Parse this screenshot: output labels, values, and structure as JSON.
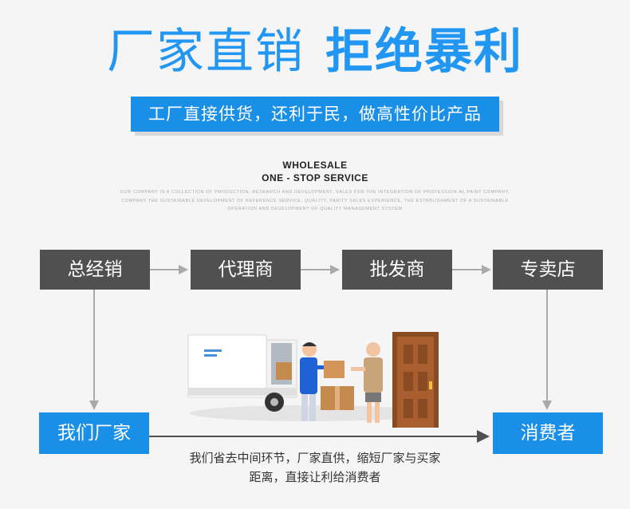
{
  "header": {
    "headline_part1": "厂家直销",
    "headline_part2": "拒绝暴利",
    "subtitle": "工厂直接供货，还利于民，做高性价比产品"
  },
  "service": {
    "line1": "WHOLESALE",
    "line2": "ONE - STOP SERVICE",
    "description": "OUR COMPANY IS A COLLECTION OF PRODUCTION, RESEARCH AND DEVELOPMENT, SALES FOR THE INTEGRATION OF PROFESSION-AL PAINT COMPANY, COMPANY THE SUSTAINABLE DEVELOPMENT OF REFERENCE SERVICE, QUALITY, PARITY SALES EXPERIENCE, THE ESTABLISHMENT OF A SUSTAINABLE OPERATION AND DEVELOPMENT OF QUALITY MANAGEMENT SYSTEM"
  },
  "flow": {
    "chain": [
      "总经销",
      "代理商",
      "批发商",
      "专卖店"
    ],
    "factory": "我们厂家",
    "consumer": "消费者",
    "caption_line1": "我们省去中间环节，厂家直供，缩短厂家与买家",
    "caption_line2": "距离，直接让利给消费者"
  },
  "colors": {
    "headline": "#2196f3",
    "banner": "#1a8fe8",
    "chain_box": "#505050",
    "arrow": "#aaaaaa",
    "background": "#f5f5f5"
  }
}
